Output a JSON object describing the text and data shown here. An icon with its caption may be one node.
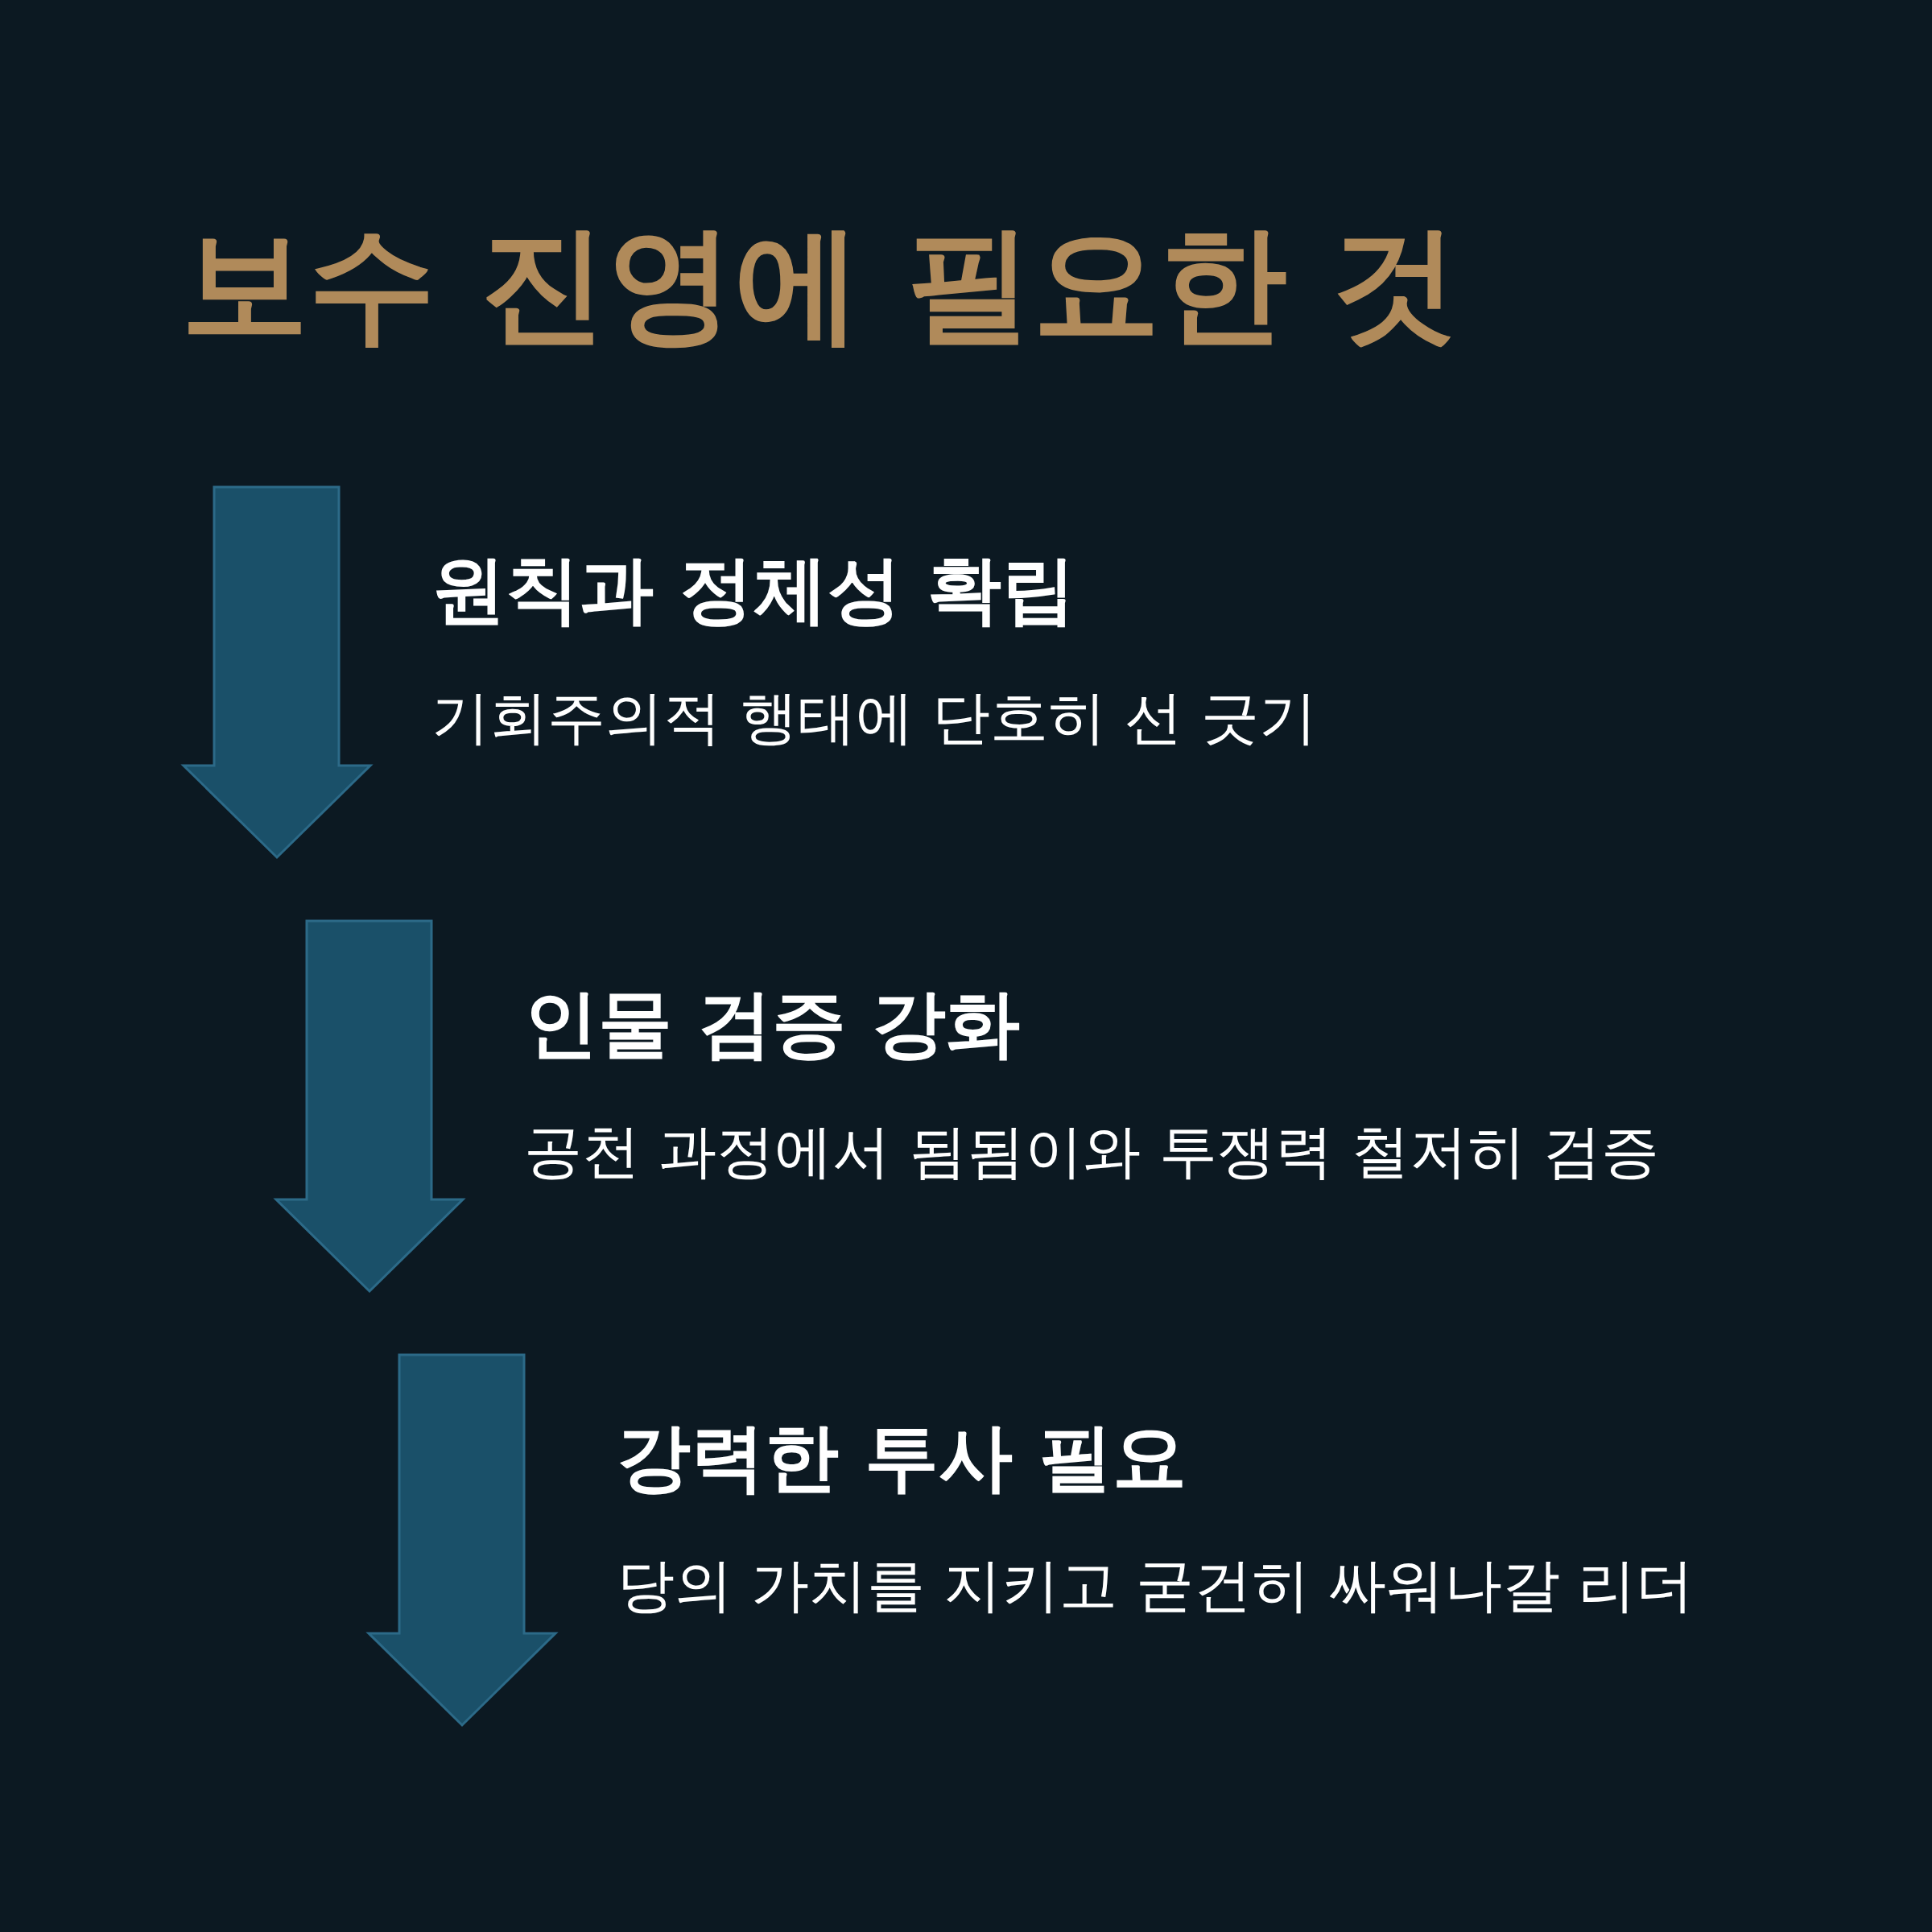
{
  "diagram": {
    "title": "보수 진영에 필요한 것",
    "labels": [
      "원칙과 정체성 확립",
      "기회주의적 행태에 단호히 선 긋기",
      "인물 검증 강화",
      "공천 과정에서 됨됨이와 투쟁력 철저히 검증",
      "강력한 투사 필요",
      "당의 가치를 지키고 굳건히 싸워나갈 리더"
    ]
  }
}
